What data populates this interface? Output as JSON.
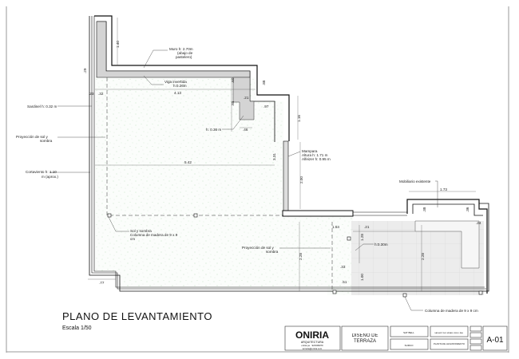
{
  "drawing": {
    "title": "PLANO DE LEVANTAMIENTO",
    "scale": "Escala 1/50",
    "annotations": {
      "muro": [
        "Muro h: 2.70m",
        "(abajo de",
        "pastelero)"
      ],
      "viga": [
        "Viga invertida",
        "h:0.26m"
      ],
      "sardinel": "Sardinel h: 0.32 m",
      "proyeccion_left": [
        "Proyección de sol y",
        "sombra"
      ],
      "cortaviento": [
        "Cortaviento h: 1.10",
        "m (aprox.)"
      ],
      "h036": "h: 0.36 m",
      "mampara": [
        "Mampara",
        "Altura h: 1.71 m",
        "Alfeizer h: 0.95 m"
      ],
      "mobiliario": "Mobiliario existente",
      "sol_sombra": [
        "Sol y sombra",
        "Columna de madera de 9 x 9",
        "cm"
      ],
      "proyeccion_right": [
        "Proyección de sol y",
        "sombra"
      ],
      "h030": "h:0.30m",
      "columna": "Columna de madera de 9 x 9 cm"
    },
    "dimensions": {
      "d140": "1.40",
      "d29": ".29",
      "d23": ".23",
      "d32": ".32",
      "d413": "4.13",
      "d60": ".60",
      "d88a": ".88",
      "d88b": ".88",
      "d21a": ".21",
      "d97": ".97",
      "d46": ".46",
      "d116": "1.16",
      "d542": "5.42",
      "d331": "3.31",
      "d200": "2.00",
      "d173": "1.73",
      "d38": ".38",
      "d36": ".36",
      "d24": ".24",
      "d154": "1.54",
      "d21b": ".21",
      "d128": "1.28",
      "d228a": "2.28",
      "d228b": "2.28",
      "d33": ".33",
      "d100": "1.00",
      "d51": ".51",
      "d77": ".77"
    }
  },
  "title_block": {
    "logo": "ONIRIA",
    "logo_sub": "ARQUITECTURA",
    "contact": [
      "oniria.pe · 923309070",
      "terraza@oniria.com"
    ],
    "project": "DISEÑO DE TERRAZA",
    "client": "SAT BELL",
    "floor": "SURCO",
    "address": "SAN ANTONIO MIRAFLORES LIMA",
    "sheet_name": "PLANTA DE LEVANTAMIENTO",
    "sheet_number": "A-01"
  },
  "colors": {
    "floor_speckle": "#7fbf7f",
    "wall_fill": "#d4d4d4",
    "tile_fill": "#ececec"
  }
}
